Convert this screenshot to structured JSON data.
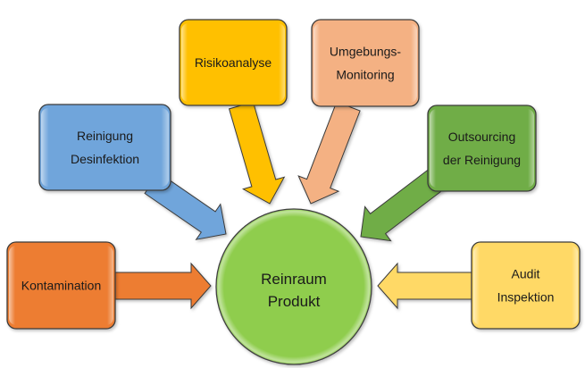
{
  "center": {
    "lines": [
      "Reinraum",
      "Produkt"
    ],
    "color": "#8fcd4e"
  },
  "nodes": [
    {
      "id": "kontamination",
      "lines": [
        "Kontamination"
      ],
      "color": "#ed7d31",
      "direction": "right"
    },
    {
      "id": "reinigung-desinfektion",
      "lines": [
        "Reinigung",
        "Desinfektion"
      ],
      "color": "#6fa5db",
      "direction": "down-right"
    },
    {
      "id": "risikoanalyse",
      "lines": [
        "Risikoanalyse"
      ],
      "color": "#ffc000",
      "direction": "down"
    },
    {
      "id": "umgebungs-monitoring",
      "lines": [
        "Umgebungs-",
        "Monitoring"
      ],
      "color": "#f4b183",
      "direction": "down-left"
    },
    {
      "id": "outsourcing",
      "lines": [
        "Outsourcing",
        "der Reinigung"
      ],
      "color": "#70ad47",
      "direction": "down-left"
    },
    {
      "id": "audit-inspektion",
      "lines": [
        "Audit",
        "Inspektion"
      ],
      "color": "#ffd966",
      "direction": "left"
    }
  ]
}
